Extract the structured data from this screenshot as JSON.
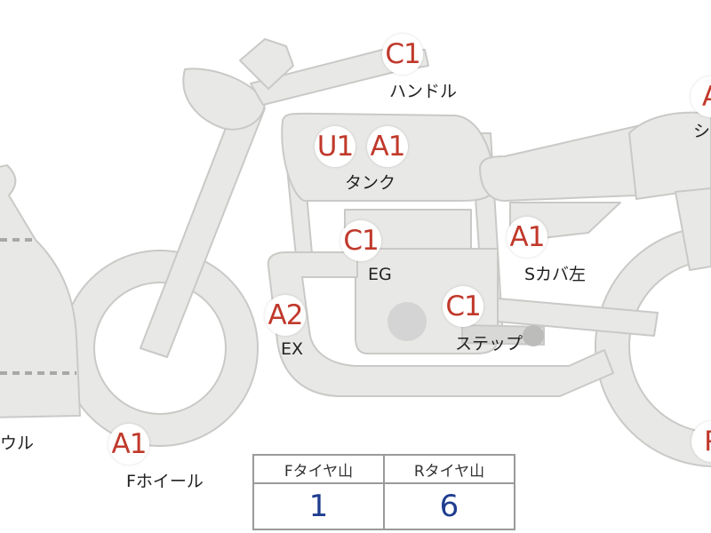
{
  "colors": {
    "body_fill": "#e8e8e6",
    "body_stroke": "#c9c9c7",
    "grade_text": "#c0392b",
    "value_text": "#1f3d8f",
    "table_border": "#9a9a9a",
    "engine_dot": "#d4d4d4"
  },
  "parts": [
    {
      "id": "handle",
      "grade": "C1",
      "label": "ハンドル"
    },
    {
      "id": "seat",
      "grade": "A",
      "label": "シ"
    },
    {
      "id": "tank",
      "grade": "U1",
      "grade2": "A1",
      "label": "タンク"
    },
    {
      "id": "engine",
      "grade": "C1",
      "label": "EG"
    },
    {
      "id": "side-cover-left",
      "grade": "A1",
      "label": "Sカバ左"
    },
    {
      "id": "exhaust",
      "grade": "A2",
      "label": "EX"
    },
    {
      "id": "step",
      "grade": "C1",
      "label": "ステップ"
    },
    {
      "id": "front-wheel",
      "grade": "A1",
      "label": "Fホイール"
    },
    {
      "id": "cowl",
      "label": "ウル"
    },
    {
      "id": "rear",
      "grade": "P"
    }
  ],
  "tire_table": {
    "front_header": "Fタイヤ山",
    "rear_header": "Rタイヤ山",
    "front_value": "1",
    "rear_value": "6"
  }
}
